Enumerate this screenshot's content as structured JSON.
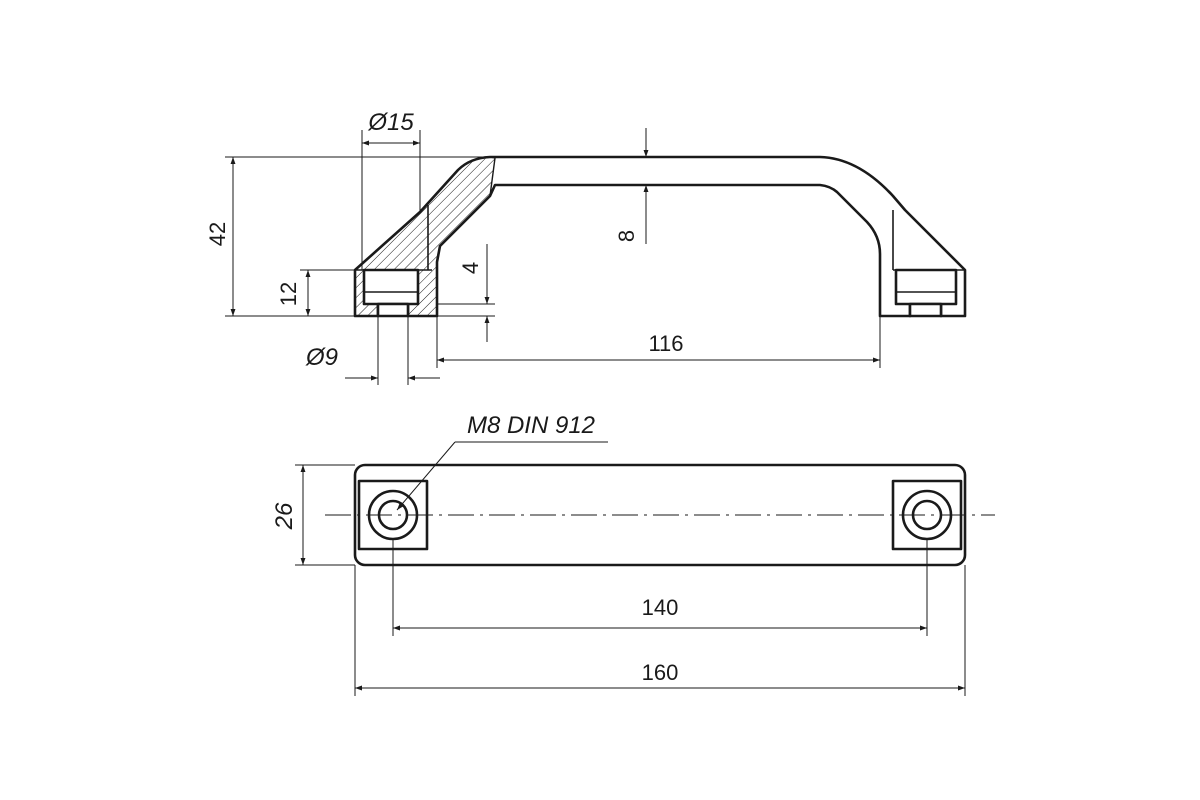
{
  "dimensions": {
    "diameter_15": "Ø15",
    "height_42": "42",
    "height_12": "12",
    "depth_4": "4",
    "thickness_8": "8",
    "diameter_9": "Ø9",
    "length_116": "116",
    "bolt_callout": "M8 DIN 912",
    "width_26": "26",
    "hole_spacing_140": "140",
    "overall_length_160": "160"
  },
  "colors": {
    "line": "#1a1a1a",
    "background": "#ffffff"
  }
}
